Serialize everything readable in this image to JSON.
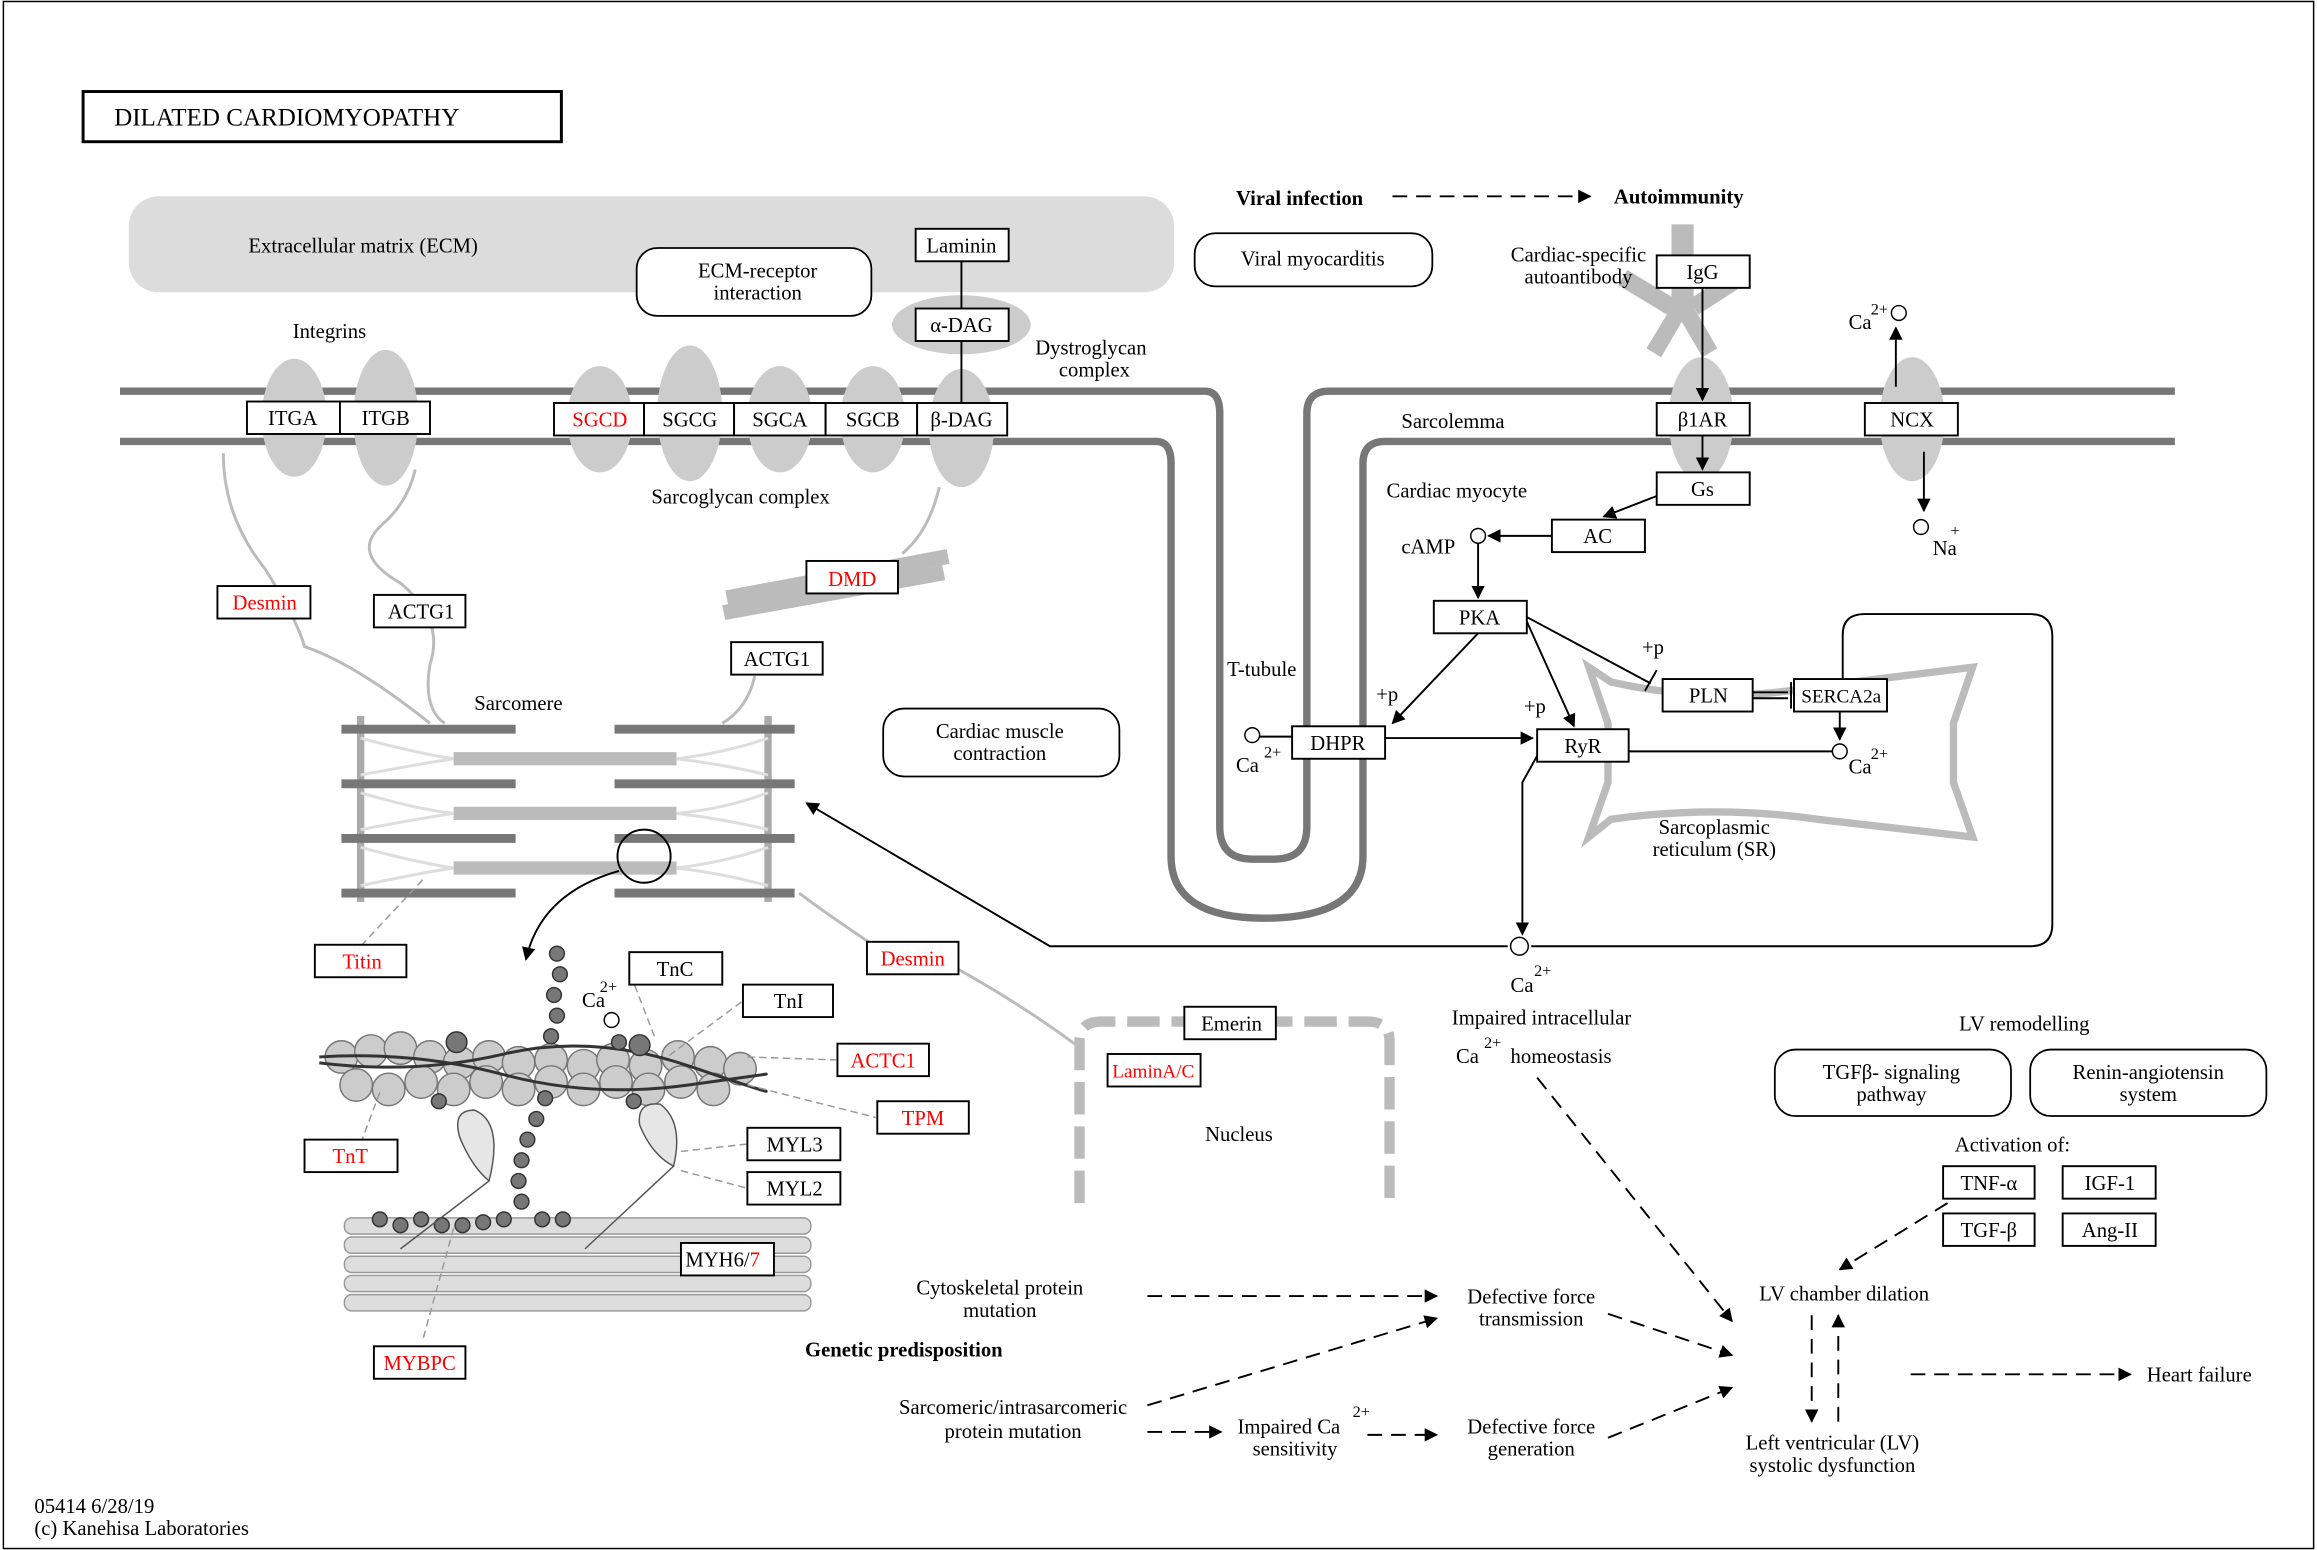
{
  "title": "DILATED CARDIOMYOPATHY",
  "footer": {
    "map_id": "05414 6/28/19",
    "copyright": "(c) Kanehisa Laboratories"
  },
  "colors": {
    "highlight": "#ff0000",
    "membrane": "#777777",
    "region": "#d9d9d9",
    "ink": "#000000"
  },
  "regions": {
    "ecm": "Extracellular matrix (ECM)",
    "integrins": "Integrins",
    "dystroglycan_1": "Dystroglycan",
    "dystroglycan_2": "complex",
    "sarcoglycan": "Sarcoglycan complex",
    "sarcolemma": "Sarcolemma",
    "cardiac_myocyte": "Cardiac myocyte",
    "t_tubule": "T-tubule",
    "sarcomere": "Sarcomere",
    "sr_1": "Sarcoplasmic",
    "sr_2": "reticulum (SR)",
    "nucleus": "Nucleus",
    "camp": "cAMP",
    "autoantibody_1": "Cardiac-specific",
    "autoantibody_2": "autoantibody"
  },
  "pathway_links": {
    "ecm_receptor_1": "ECM-receptor",
    "ecm_receptor_2": "interaction",
    "viral_myocarditis": "Viral myocarditis",
    "cardiac_contraction_1": "Cardiac muscle",
    "cardiac_contraction_2": "contraction",
    "tgfb_1": "TGFβ- signaling",
    "tgfb_2": "pathway",
    "renin_1": "Renin-angiotensin",
    "renin_2": "system"
  },
  "genes": {
    "laminin": "Laminin",
    "adag": "α-DAG",
    "itga": "ITGA",
    "itgb": "ITGB",
    "sgcd": "SGCD",
    "sgcg": "SGCG",
    "sgca": "SGCA",
    "sgcb": "SGCB",
    "bdag": "β-DAG",
    "desmin_top": "Desmin",
    "actg1_a": "ACTG1",
    "dmd": "DMD",
    "actg1_b": "ACTG1",
    "igg": "IgG",
    "b1ar": "β1AR",
    "ncx": "NCX",
    "gs": "Gs",
    "ac": "AC",
    "pka": "PKA",
    "pln": "PLN",
    "serca2a": "SERCA2a",
    "dhpr": "DHPR",
    "ryr": "RyR",
    "titin": "Titin",
    "desmin_mid": "Desmin",
    "tnc": "TnC",
    "tni": "TnI",
    "actc1": "ACTC1",
    "tpm": "TPM",
    "tnt": "TnT",
    "myl3": "MYL3",
    "myl2": "MYL2",
    "myh6": "MYH6/",
    "myh7": "7",
    "mybpc": "MYBPC",
    "emerin": "Emerin",
    "lamin": "LaminA/C",
    "tnfa": "TNF-α",
    "igf1": "IGF-1",
    "tgfb": "TGF-β",
    "ang2": "Ang-II"
  },
  "labels": {
    "viral_infection": "Viral infection",
    "autoimmunity": "Autoimmunity",
    "ca": "Ca",
    "ca_sup": "2+",
    "na": "Na",
    "na_sup": "+",
    "plus_p": "+p",
    "impaired_homeo_1": "Impaired intracellular",
    "impaired_homeo_2": "homeostasis",
    "lv_remodelling": "LV remodelling",
    "activation_of": "Activation of:",
    "lv_dilation": "LV chamber dilation",
    "heart_failure": "Heart failure",
    "lv_dysfunction_1": "Left ventricular (LV)",
    "lv_dysfunction_2": "systolic dysfunction",
    "cyto_mut_1": "Cytoskeletal protein",
    "cyto_mut_2": "mutation",
    "genetic": "Genetic predisposition",
    "sarc_mut_1": "Sarcomeric/intrasarcomeric",
    "sarc_mut_2": "protein mutation",
    "impaired_ca_1": "Impaired Ca",
    "impaired_ca_2": "sensitivity",
    "def_trans_1": "Defective force",
    "def_trans_2": "transmission",
    "def_gen_1": "Defective force",
    "def_gen_2": "generation"
  }
}
